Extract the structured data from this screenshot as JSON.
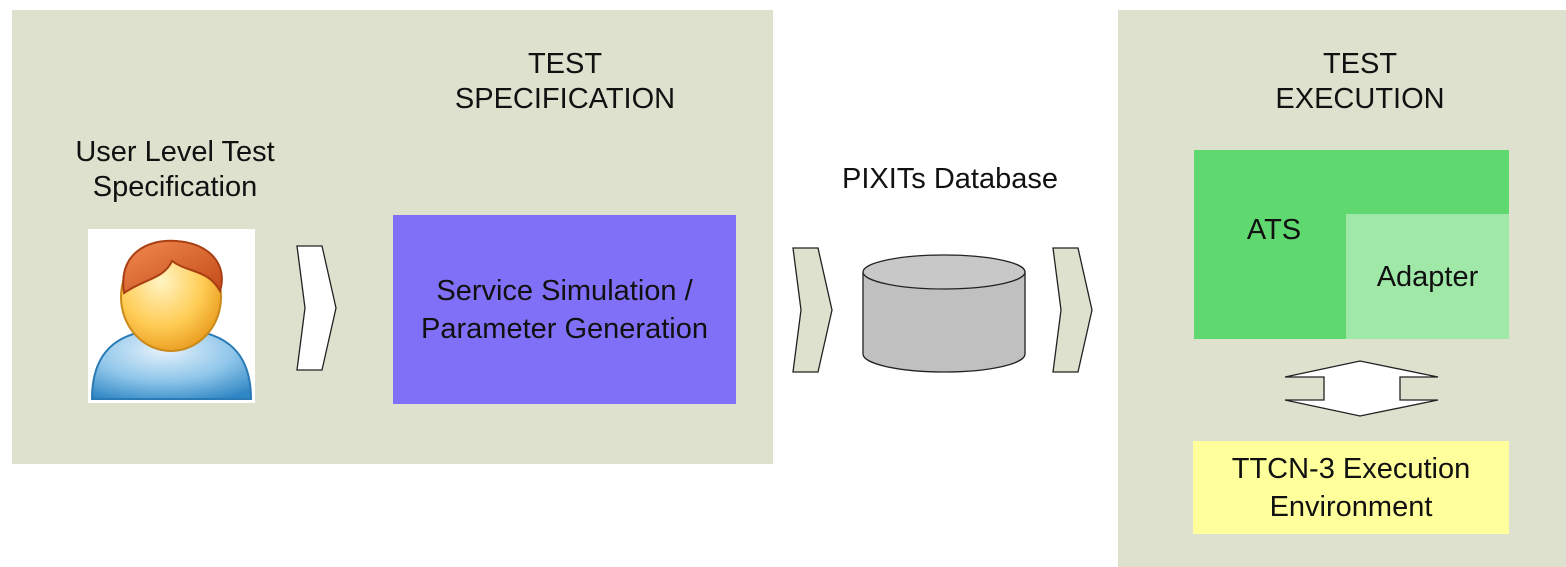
{
  "spec_section": {
    "title_line1": "TEST",
    "title_line2": "SPECIFICATION",
    "user_label_line1": "User Level Test",
    "user_label_line2": "Specification",
    "box_line1": "Service Simulation /",
    "box_line2": "Parameter Generation"
  },
  "database": {
    "label": "PIXITs Database"
  },
  "exec_section": {
    "title_line1": "TEST",
    "title_line2": "EXECUTION",
    "ats_label": "ATS",
    "adapter_label": "Adapter",
    "env_line1": "TTCN-3 Execution",
    "env_line2": "Environment"
  },
  "colors": {
    "panel": "#dfe1cf",
    "service_box": "#8070f8",
    "ats": "#60d870",
    "adapter": "#a0e8a8",
    "env": "#ffff9c",
    "cylinder": "#c0c0c0"
  }
}
